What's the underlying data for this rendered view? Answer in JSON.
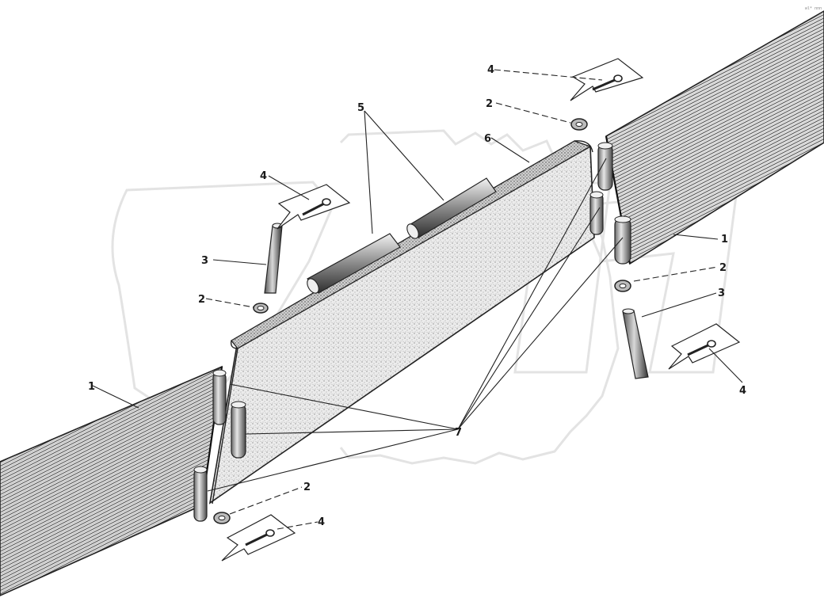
{
  "corner_mark": "иl* ппп",
  "watermark": {
    "text": "ОПЕХ",
    "color": "#e6e6e6"
  },
  "callouts": [
    {
      "id": "1-left",
      "label": "1"
    },
    {
      "id": "1-right",
      "label": "1"
    },
    {
      "id": "2-top",
      "label": "2"
    },
    {
      "id": "2-left",
      "label": "2"
    },
    {
      "id": "2-right",
      "label": "2"
    },
    {
      "id": "2-bottom",
      "label": "2"
    },
    {
      "id": "3-left",
      "label": "3"
    },
    {
      "id": "3-right",
      "label": "3"
    },
    {
      "id": "4-top",
      "label": "4"
    },
    {
      "id": "4-left",
      "label": "4"
    },
    {
      "id": "4-right",
      "label": "4"
    },
    {
      "id": "4-bottom",
      "label": "4"
    },
    {
      "id": "5",
      "label": "5"
    },
    {
      "id": "6",
      "label": "6"
    },
    {
      "id": "7",
      "label": "7"
    }
  ]
}
